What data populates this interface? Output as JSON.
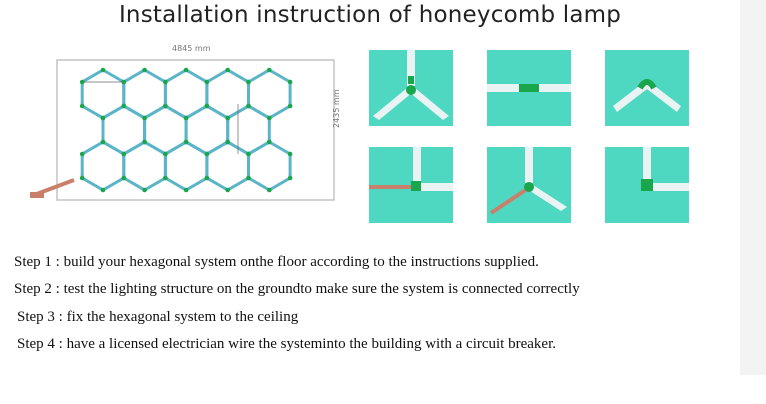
{
  "title": "Installation instruction of honeycomb lamp",
  "diagram": {
    "width_label": "4845 mm",
    "height_label": "2435 mm"
  },
  "colors": {
    "tile_bg": "#4ed8c2",
    "profile": "#e9f3f3",
    "connector": "#1aa64d",
    "hex_fill": "#5bb4c8",
    "cable": "#c9806a"
  },
  "steps": [
    "Step 1 : build your hexagonal system onthe floor according to the instructions supplied.",
    "Step 2 : test the lighting structure on the groundto make sure the system is connected correctly",
    "Step 3 : fix the hexagonal system to the ceiling",
    "Step 4 : have a licensed electrician wire the systeminto the building with a circuit breaker."
  ]
}
